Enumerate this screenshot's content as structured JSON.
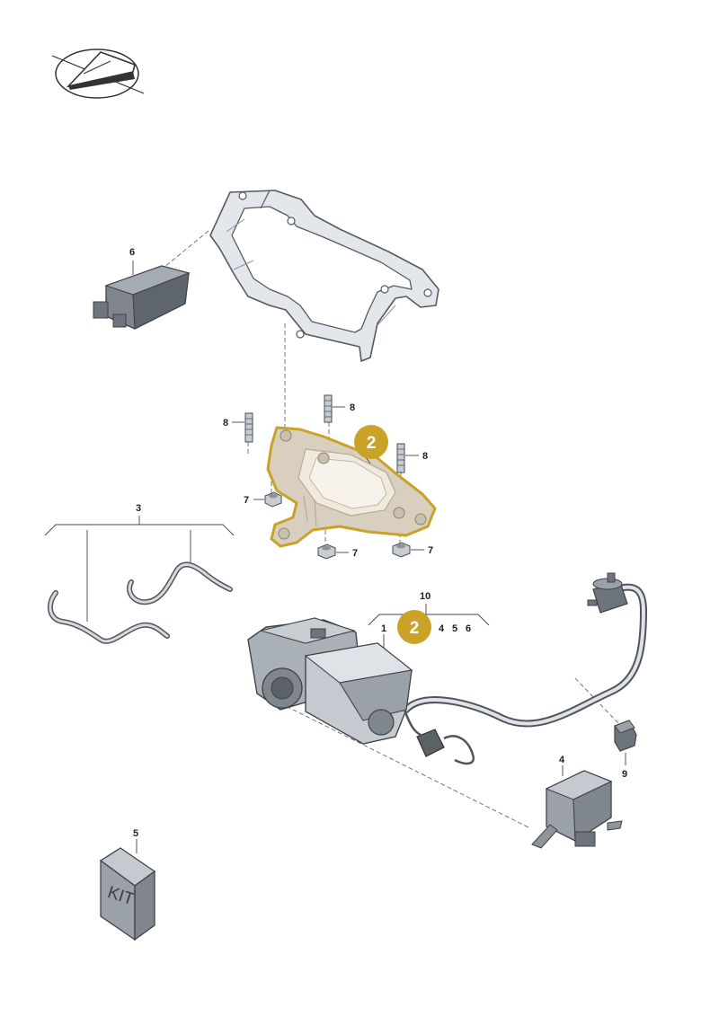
{
  "colors": {
    "highlight": "#c9a227",
    "badge_fill": "#c9a227",
    "part_fill": "#dfe2e6",
    "part_dark": "#8d949c",
    "line": "#555a60"
  },
  "badges": {
    "subframe_part": "2",
    "compressor_group": "2"
  },
  "labels": {
    "module_6": "6",
    "stud_8_left": "8",
    "stud_8_mid": "8",
    "stud_8_right": "8",
    "nut_7_left": "7",
    "nut_7_bottom_mid": "7",
    "nut_7_bottom_right": "7",
    "hoses_3": "3",
    "group_10": "10",
    "sub_1": "1",
    "sub_4": "4",
    "sub_5": "5",
    "sub_6": "6",
    "valve_block_4": "4",
    "kit_5": "5",
    "connector_9": "9"
  },
  "kit_box_text": "KIT",
  "icons": {
    "orientation": "vehicle-direction-icon"
  }
}
